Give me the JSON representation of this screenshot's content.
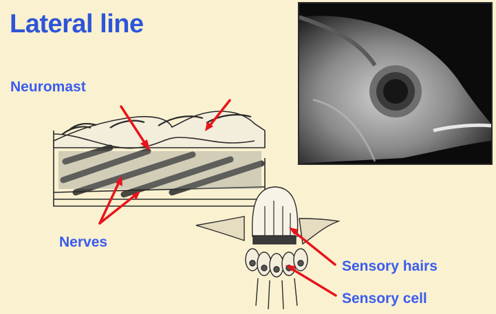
{
  "title": "Lateral line",
  "labels": {
    "neuromast": "Neuromast",
    "nerves": "Nerves",
    "sensory_hairs": "Sensory hairs",
    "sensory_cell": "Sensory cell"
  },
  "colors": {
    "background": "#f9f1d0",
    "label_blue": "#3a5cf0",
    "arrow_red": "#e8141c"
  },
  "icons": [
    "fish-head-photo",
    "scale-section-drawing",
    "neuromast-drawing"
  ]
}
